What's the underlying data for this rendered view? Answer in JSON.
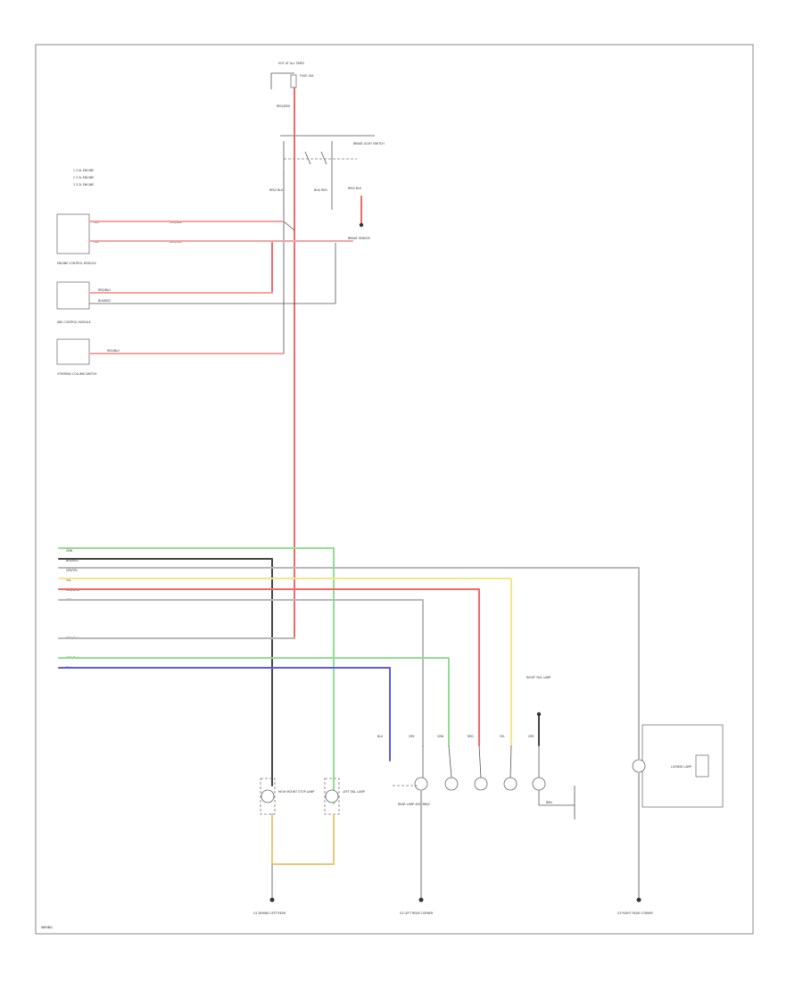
{
  "colors": {
    "red": "#f06a6a",
    "pink": "#f4a3a3",
    "green": "#8fe08f",
    "yellow": "#f2e68a",
    "blue": "#5a5ae6",
    "gray": "#b8b8b8",
    "dark": "#444444",
    "tan": "#e8c97a"
  },
  "labels": {
    "fuse_block": "HOT AT ALL TIMES",
    "fuse": "FUSE 10A",
    "feed_wire": "RED/GRN",
    "relay": "BRAKE LIGHT SWITCH",
    "relay_out_left": "RED/ BLU",
    "relay_out_mid": "BLK/ RED",
    "relay_out_right": "RED/ BLK",
    "ecu_top_note_1": "1 2.0L ENGINE",
    "ecu_top_note_2": "2 2.5L ENGINE",
    "ecu_top_note_3": "3 3.2L ENGINE",
    "engine_module": "ENGINE CONTROL MODULE",
    "abs_module": "ABS CONTROL MODULE",
    "cruise_module": "STEERING COLUMN SWITCH",
    "brake_ground": "BRAKE SENSOR",
    "ecu_pin_a": "T6/1",
    "ecu_pin_b": "T6/2",
    "ecu_wire_a": "RED/BLU",
    "ecu_wire_b": "BLK/RED",
    "abs_wire_a": "RED/BLU",
    "abs_wire_b": "BLK/RED",
    "cruise_wire": "RED/BLU",
    "left_bus_1": "GRN",
    "left_bus_2": "BLK/RED",
    "left_bus_3": "GRY/YEL",
    "left_bus_4": "YEL",
    "left_bus_5": "RED/GRN",
    "left_bus_6": "GRY",
    "left_bus_7": "RED/BLU",
    "left_bus_8": "GRN/BLU",
    "left_bus_9": "BLU",
    "stop_left": "HIGH MOUNT STOP LAMP",
    "stop_right": "LEFT TAIL LAMP",
    "tail_cluster": "REAR LAMP ASSEMBLY",
    "right_cluster": "RIGHT TAIL LAMP",
    "license": "LICENSE LAMP",
    "ground_left": "G1 BEHIND LEFT REAR",
    "ground_mid": "G2 LEFT REAR CORNER",
    "ground_right": "G3 RIGHT REAR CORNER",
    "bottom_tag": "WIRING",
    "ground_label": "BRN",
    "lamp_wire_a": "BLU",
    "lamp_wire_b": "GRY",
    "lamp_wire_c": "GRN",
    "lamp_wire_d": "RED",
    "lamp_wire_e": "YEL",
    "lamp_wire_f": "GRY"
  }
}
